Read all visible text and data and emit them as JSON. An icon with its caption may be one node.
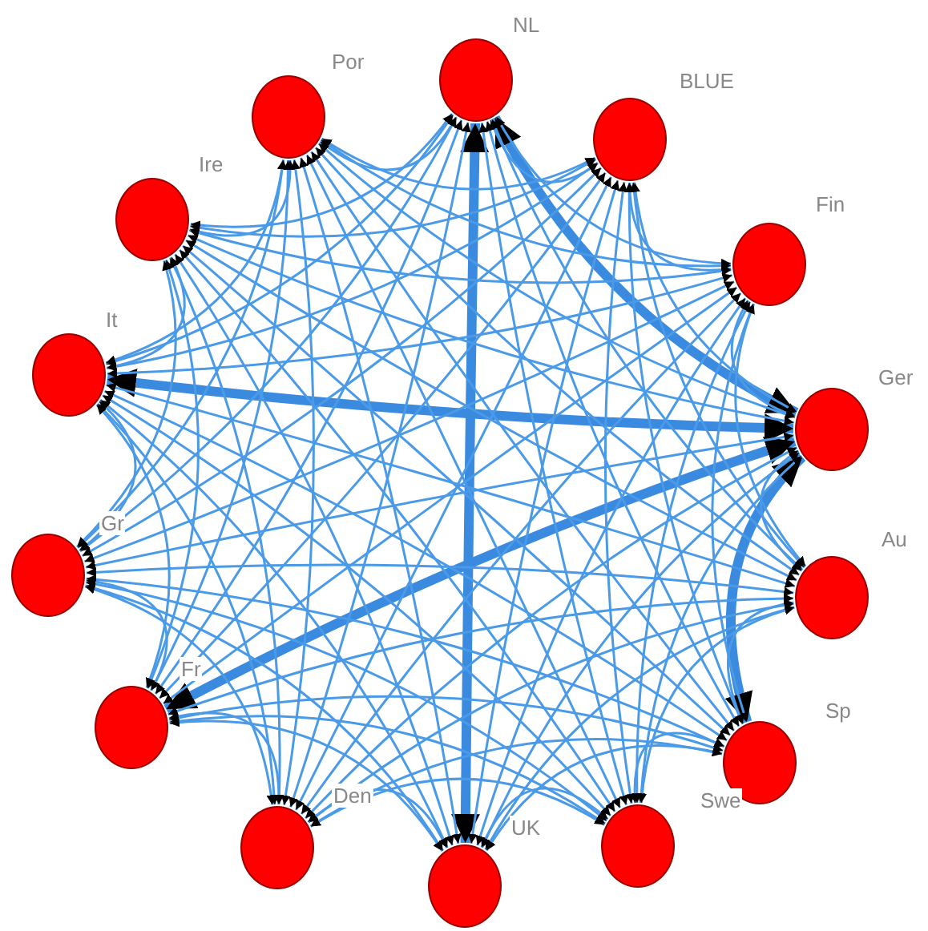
{
  "diagram": {
    "nodes": [
      {
        "text": [
          "NL"
        ]
      },
      {
        "text": [
          "BLUE"
        ]
      },
      {
        "text": [
          "Fin"
        ]
      },
      {
        "text": [
          "Ger"
        ]
      },
      {
        "text": [
          "Au"
        ]
      },
      {
        "text": [
          "Sp"
        ]
      },
      {
        "text": [
          "Swe"
        ]
      },
      {
        "text": [
          "UK"
        ]
      },
      {
        "text": [
          "Den"
        ]
      },
      {
        "text": [
          "Fr"
        ]
      },
      {
        "text": [
          "Gr"
        ]
      },
      {
        "text": [
          "It"
        ]
      },
      {
        "text": [
          "Ire"
        ]
      },
      {
        "text": [
          "Por"
        ]
      }
    ],
    "edges": [
      {
        "from": 0,
        "to": 7,
        "arrow": "both",
        "style": "thick"
      },
      {
        "from": 3,
        "to": 0,
        "arrow": "both",
        "style": "thick"
      },
      {
        "from": 3,
        "to": 11,
        "arrow": "both",
        "style": "thick"
      },
      {
        "from": 3,
        "to": 9,
        "arrow": "both",
        "style": "thick"
      },
      {
        "from": 3,
        "to": 5,
        "arrow": "both",
        "style": "thick"
      },
      {
        "from": 0,
        "to": 1,
        "arrow": "both"
      },
      {
        "from": 0,
        "to": 2,
        "arrow": "both"
      },
      {
        "from": 0,
        "to": 4,
        "arrow": "both"
      },
      {
        "from": 0,
        "to": 5,
        "arrow": "both"
      },
      {
        "from": 0,
        "to": 6,
        "arrow": "both"
      },
      {
        "from": 0,
        "to": 8,
        "arrow": "both"
      },
      {
        "from": 0,
        "to": 9,
        "arrow": "both"
      },
      {
        "from": 0,
        "to": 10,
        "arrow": "both"
      },
      {
        "from": 0,
        "to": 11,
        "arrow": "both"
      },
      {
        "from": 0,
        "to": 12,
        "arrow": "both"
      },
      {
        "from": 0,
        "to": 13,
        "arrow": "both"
      },
      {
        "from": 1,
        "to": 2,
        "arrow": "both"
      },
      {
        "from": 1,
        "to": 3,
        "arrow": "both"
      },
      {
        "from": 1,
        "to": 4,
        "arrow": "both"
      },
      {
        "from": 1,
        "to": 5,
        "arrow": "both"
      },
      {
        "from": 1,
        "to": 6,
        "arrow": "both"
      },
      {
        "from": 1,
        "to": 7,
        "arrow": "both"
      },
      {
        "from": 1,
        "to": 8,
        "arrow": "both"
      },
      {
        "from": 1,
        "to": 9,
        "arrow": "both"
      },
      {
        "from": 1,
        "to": 10,
        "arrow": "both"
      },
      {
        "from": 1,
        "to": 11,
        "arrow": "both"
      },
      {
        "from": 1,
        "to": 12,
        "arrow": "both"
      },
      {
        "from": 1,
        "to": 13,
        "arrow": "both"
      },
      {
        "from": 2,
        "to": 3,
        "arrow": "both"
      },
      {
        "from": 2,
        "to": 4,
        "arrow": "both"
      },
      {
        "from": 2,
        "to": 5,
        "arrow": "both"
      },
      {
        "from": 2,
        "to": 6,
        "arrow": "both"
      },
      {
        "from": 2,
        "to": 7,
        "arrow": "both"
      },
      {
        "from": 2,
        "to": 8,
        "arrow": "both"
      },
      {
        "from": 2,
        "to": 9,
        "arrow": "both"
      },
      {
        "from": 2,
        "to": 10,
        "arrow": "both"
      },
      {
        "from": 2,
        "to": 11,
        "arrow": "both"
      },
      {
        "from": 2,
        "to": 12,
        "arrow": "both"
      },
      {
        "from": 2,
        "to": 13,
        "arrow": "both"
      },
      {
        "from": 3,
        "to": 4,
        "arrow": "both"
      },
      {
        "from": 3,
        "to": 6,
        "arrow": "both"
      },
      {
        "from": 3,
        "to": 7,
        "arrow": "both"
      },
      {
        "from": 3,
        "to": 8,
        "arrow": "both"
      },
      {
        "from": 3,
        "to": 10,
        "arrow": "both"
      },
      {
        "from": 3,
        "to": 12,
        "arrow": "both"
      },
      {
        "from": 3,
        "to": 13,
        "arrow": "both"
      },
      {
        "from": 4,
        "to": 5,
        "arrow": "both"
      },
      {
        "from": 4,
        "to": 6,
        "arrow": "both"
      },
      {
        "from": 4,
        "to": 7,
        "arrow": "both"
      },
      {
        "from": 4,
        "to": 8,
        "arrow": "both"
      },
      {
        "from": 4,
        "to": 9,
        "arrow": "both"
      },
      {
        "from": 4,
        "to": 10,
        "arrow": "both"
      },
      {
        "from": 4,
        "to": 11,
        "arrow": "both"
      },
      {
        "from": 4,
        "to": 12,
        "arrow": "both"
      },
      {
        "from": 4,
        "to": 13,
        "arrow": "both"
      },
      {
        "from": 5,
        "to": 6,
        "arrow": "both"
      },
      {
        "from": 5,
        "to": 7,
        "arrow": "both"
      },
      {
        "from": 5,
        "to": 8,
        "arrow": "both"
      },
      {
        "from": 5,
        "to": 9,
        "arrow": "both"
      },
      {
        "from": 5,
        "to": 10,
        "arrow": "both"
      },
      {
        "from": 5,
        "to": 11,
        "arrow": "both"
      },
      {
        "from": 5,
        "to": 12,
        "arrow": "both"
      },
      {
        "from": 5,
        "to": 13,
        "arrow": "both"
      },
      {
        "from": 6,
        "to": 7,
        "arrow": "both"
      },
      {
        "from": 6,
        "to": 8,
        "arrow": "both"
      },
      {
        "from": 6,
        "to": 9,
        "arrow": "both"
      },
      {
        "from": 6,
        "to": 10,
        "arrow": "both"
      },
      {
        "from": 6,
        "to": 11,
        "arrow": "both"
      },
      {
        "from": 6,
        "to": 12,
        "arrow": "both"
      },
      {
        "from": 6,
        "to": 13,
        "arrow": "both"
      },
      {
        "from": 7,
        "to": 8,
        "arrow": "both"
      },
      {
        "from": 7,
        "to": 9,
        "arrow": "both"
      },
      {
        "from": 7,
        "to": 10,
        "arrow": "both"
      },
      {
        "from": 7,
        "to": 11,
        "arrow": "both"
      },
      {
        "from": 7,
        "to": 12,
        "arrow": "both"
      },
      {
        "from": 7,
        "to": 13,
        "arrow": "both"
      },
      {
        "from": 8,
        "to": 9,
        "arrow": "both"
      },
      {
        "from": 8,
        "to": 10,
        "arrow": "both"
      },
      {
        "from": 8,
        "to": 11,
        "arrow": "both"
      },
      {
        "from": 8,
        "to": 12,
        "arrow": "both"
      },
      {
        "from": 8,
        "to": 13,
        "arrow": "both"
      },
      {
        "from": 9,
        "to": 10,
        "arrow": "both"
      },
      {
        "from": 9,
        "to": 11,
        "arrow": "both"
      },
      {
        "from": 9,
        "to": 12,
        "arrow": "both"
      },
      {
        "from": 9,
        "to": 13,
        "arrow": "both"
      },
      {
        "from": 10,
        "to": 11,
        "arrow": "both"
      },
      {
        "from": 10,
        "to": 12,
        "arrow": "both"
      },
      {
        "from": 10,
        "to": 13,
        "arrow": "both"
      },
      {
        "from": 11,
        "to": 12,
        "arrow": "both"
      },
      {
        "from": 11,
        "to": 13,
        "arrow": "both"
      },
      {
        "from": 12,
        "to": 13,
        "arrow": "both"
      }
    ]
  }
}
